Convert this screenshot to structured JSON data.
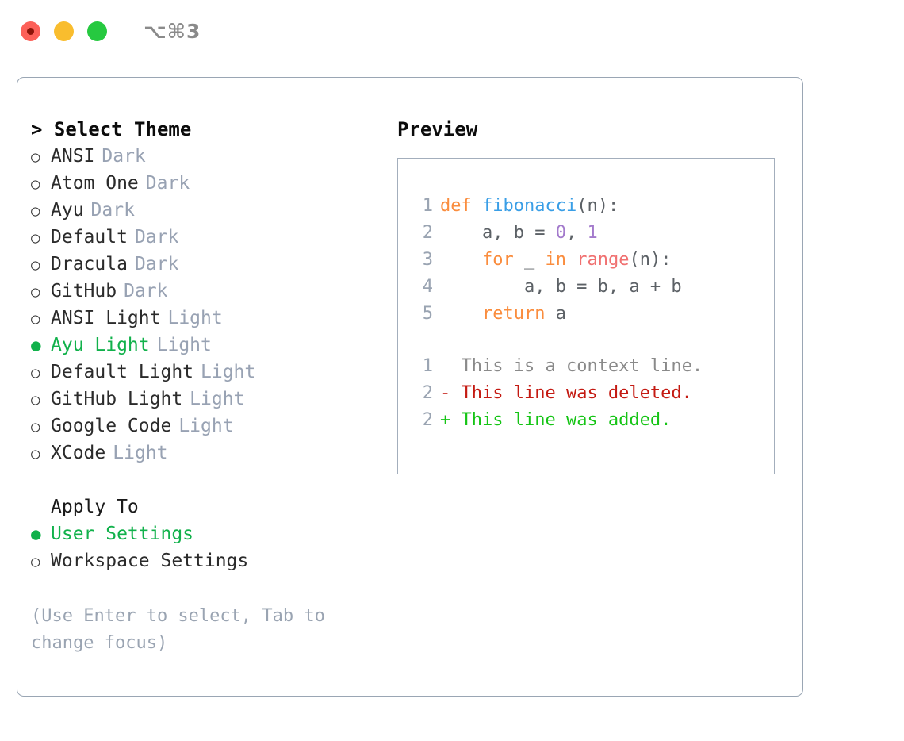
{
  "titlebar": {
    "shortcut": "⌥⌘3",
    "buttons": [
      {
        "name": "close",
        "color": "#fc6058"
      },
      {
        "name": "minimize",
        "color": "#f9bd2e"
      },
      {
        "name": "maximize",
        "color": "#26c940"
      }
    ]
  },
  "theme_picker": {
    "heading": "> Select Theme",
    "selected_bullet": "●",
    "unselected_bullet": "○",
    "items": [
      {
        "label": "ANSI",
        "tag": "Dark",
        "selected": false
      },
      {
        "label": "Atom One",
        "tag": "Dark",
        "selected": false
      },
      {
        "label": "Ayu",
        "tag": "Dark",
        "selected": false
      },
      {
        "label": "Default",
        "tag": "Dark",
        "selected": false
      },
      {
        "label": "Dracula",
        "tag": "Dark",
        "selected": false
      },
      {
        "label": "GitHub",
        "tag": "Dark",
        "selected": false
      },
      {
        "label": "ANSI Light",
        "tag": "Light",
        "selected": false
      },
      {
        "label": "Ayu Light",
        "tag": "Light",
        "selected": true
      },
      {
        "label": "Default Light",
        "tag": "Light",
        "selected": false
      },
      {
        "label": "GitHub Light",
        "tag": "Light",
        "selected": false
      },
      {
        "label": "Google Code",
        "tag": "Light",
        "selected": false
      },
      {
        "label": "XCode",
        "tag": "Light",
        "selected": false
      }
    ]
  },
  "apply_to": {
    "heading": "Apply To",
    "items": [
      {
        "label": "User Settings",
        "selected": true
      },
      {
        "label": "Workspace Settings",
        "selected": false
      }
    ]
  },
  "hint": "(Use Enter to select, Tab to change focus)",
  "preview": {
    "title": "Preview",
    "code_lines": [
      {
        "number": "1",
        "tokens": [
          {
            "text": "def ",
            "type": "kw"
          },
          {
            "text": "fibonacci",
            "type": "fn"
          },
          {
            "text": "(n):",
            "type": "punct"
          }
        ]
      },
      {
        "number": "2",
        "tokens": [
          {
            "text": "    a, b = ",
            "type": "punct"
          },
          {
            "text": "0",
            "type": "num"
          },
          {
            "text": ", ",
            "type": "punct"
          },
          {
            "text": "1",
            "type": "num"
          }
        ]
      },
      {
        "number": "3",
        "tokens": [
          {
            "text": "    ",
            "type": "punct"
          },
          {
            "text": "for",
            "type": "kw"
          },
          {
            "text": " _ ",
            "type": "punct"
          },
          {
            "text": "in",
            "type": "kw"
          },
          {
            "text": " ",
            "type": "punct"
          },
          {
            "text": "range",
            "type": "builtin"
          },
          {
            "text": "(n):",
            "type": "punct"
          }
        ]
      },
      {
        "number": "4",
        "tokens": [
          {
            "text": "        a, b = b, a + b",
            "type": "punct"
          }
        ]
      },
      {
        "number": "5",
        "tokens": [
          {
            "text": "    ",
            "type": "punct"
          },
          {
            "text": "return",
            "type": "kw"
          },
          {
            "text": " a",
            "type": "punct"
          }
        ]
      }
    ],
    "diff_lines": [
      {
        "number": "1",
        "marker": "  ",
        "text": "This is a context line.",
        "type": "context"
      },
      {
        "number": "2",
        "marker": "- ",
        "text": "This line was deleted.",
        "type": "deleted"
      },
      {
        "number": "2",
        "marker": "+ ",
        "text": "This line was added.",
        "type": "added"
      }
    ]
  },
  "colors": {
    "accent_green": "#11b14b",
    "muted_gray": "#98a2b3",
    "keyword": "#fa8d3e",
    "function": "#399ee6",
    "number": "#a37acc",
    "builtin": "#f07171",
    "diff_deleted": "#c41a12",
    "diff_added": "#15c415",
    "border": "#9aa6b4"
  }
}
